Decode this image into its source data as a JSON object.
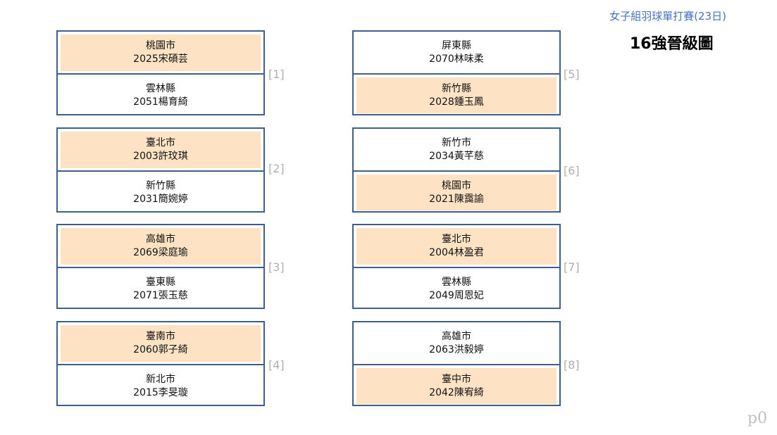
{
  "header": {
    "subtitle": "女子組羽球單打賽(23日)",
    "title": "16強晉級圖"
  },
  "page_label": "p0",
  "matches": [
    {
      "num": "[1]",
      "top": {
        "region": "桃園市",
        "player": "2025宋碩芸",
        "winner": true
      },
      "bottom": {
        "region": "雲林縣",
        "player": "2051楊育綺",
        "winner": false
      }
    },
    {
      "num": "[2]",
      "top": {
        "region": "臺北市",
        "player": "2003許玟琪",
        "winner": true
      },
      "bottom": {
        "region": "新竹縣",
        "player": "2031簡婉婷",
        "winner": false
      }
    },
    {
      "num": "[3]",
      "top": {
        "region": "高雄市",
        "player": "2069梁庭瑜",
        "winner": true
      },
      "bottom": {
        "region": "臺東縣",
        "player": "2071張玉慈",
        "winner": false
      }
    },
    {
      "num": "[4]",
      "top": {
        "region": "臺南市",
        "player": "2060郭子綺",
        "winner": true
      },
      "bottom": {
        "region": "新北市",
        "player": "2015李旻璇",
        "winner": false
      }
    },
    {
      "num": "[5]",
      "top": {
        "region": "屏東縣",
        "player": "2070林味柔",
        "winner": false
      },
      "bottom": {
        "region": "新竹縣",
        "player": "2028鍾玉鳳",
        "winner": true
      }
    },
    {
      "num": "[6]",
      "top": {
        "region": "新竹市",
        "player": "2034黃芊慈",
        "winner": false
      },
      "bottom": {
        "region": "桃園市",
        "player": "2021陳靄諭",
        "winner": true
      }
    },
    {
      "num": "[7]",
      "top": {
        "region": "臺北市",
        "player": "2004林盈君",
        "winner": true
      },
      "bottom": {
        "region": "雲林縣",
        "player": "2049周恩妃",
        "winner": false
      }
    },
    {
      "num": "[8]",
      "top": {
        "region": "高雄市",
        "player": "2063洪毅婷",
        "winner": false
      },
      "bottom": {
        "region": "臺中市",
        "player": "2042陳宥綺",
        "winner": true
      }
    }
  ]
}
